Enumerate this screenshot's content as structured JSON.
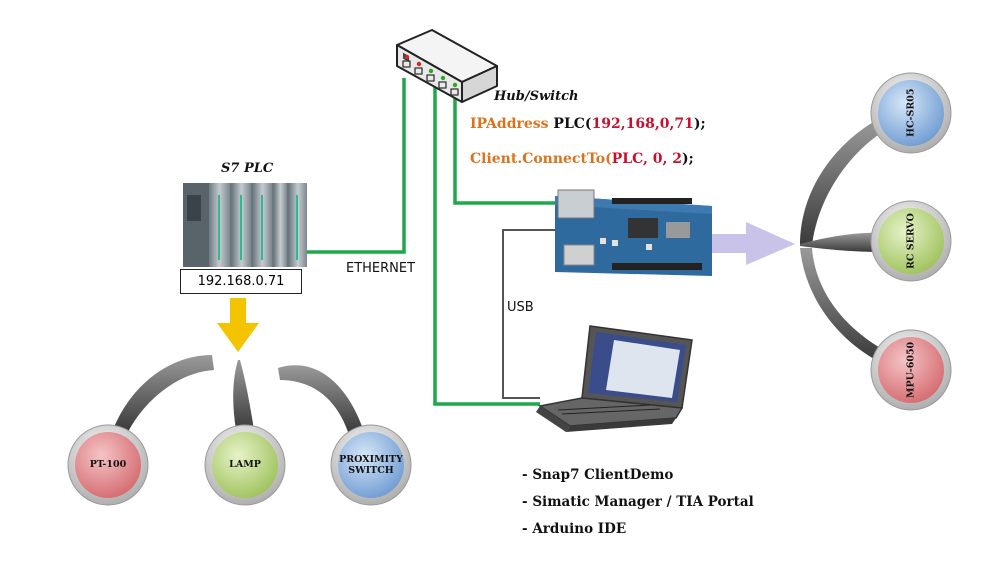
{
  "labels": {
    "hub_switch": "Hub/Switch",
    "s7_plc": "S7 PLC",
    "plc_ip": "192.168.0.71",
    "ethernet": "ETHERNET",
    "usb": "USB"
  },
  "code": {
    "line1": {
      "kw": "IPAddress",
      "mid": " PLC(",
      "args": "192,168,0,71",
      "end": ");"
    },
    "line2": {
      "kw": "Client.ConnectTo",
      "open": "(",
      "args": "PLC, 0, 2",
      "end": ");"
    }
  },
  "plc_inputs": [
    {
      "label": "PT-100",
      "color": "#e07a7e"
    },
    {
      "label": "LAMP",
      "color": "#b6d47a"
    },
    {
      "label": "PROXIMITY SWITCH",
      "color": "#7fa9dc"
    }
  ],
  "arduino_devices": [
    {
      "label": "HC-SR05",
      "color": "#7fa9dc"
    },
    {
      "label": "RC SERVO",
      "color": "#b6d47a"
    },
    {
      "label": "MPU-6050",
      "color": "#e07a7e"
    }
  ],
  "software": [
    "Snap7 ClientDemo",
    "Simatic Manager / TIA Portal",
    "Arduino IDE"
  ],
  "colors": {
    "ethernet_cable": "#1fa84a",
    "usb_cable": "#555555",
    "arrow_yellow": "#f5c400",
    "arrow_lavender": "#c9c3ea"
  }
}
